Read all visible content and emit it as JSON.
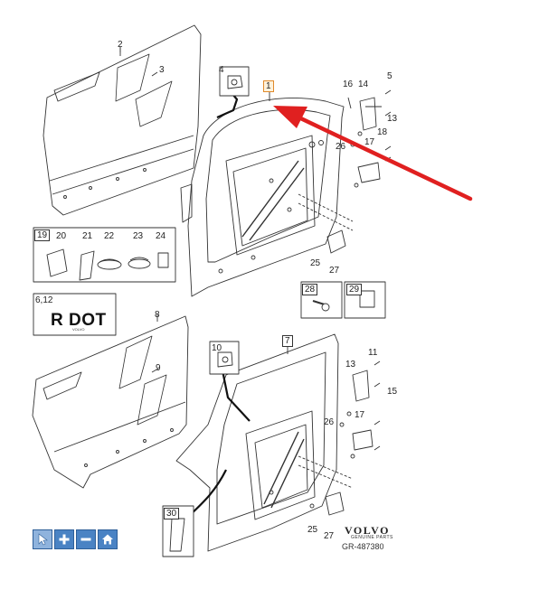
{
  "diagram": {
    "callouts": {
      "n1": "1",
      "n2": "2",
      "n3": "3",
      "n4": "4",
      "n5": "5",
      "n6": "6,12",
      "n7": "7",
      "n8": "8",
      "n9": "9",
      "n10": "10",
      "n11": "11",
      "n13a": "13",
      "n13b": "13",
      "n14": "14",
      "n15": "15",
      "n16": "16",
      "n17a": "17",
      "n17b": "17",
      "n18": "18",
      "n19": "19",
      "n20": "20",
      "n21": "21",
      "n22": "22",
      "n23": "23",
      "n24": "24",
      "n25a": "25",
      "n25b": "25",
      "n26a": "26",
      "n26b": "26",
      "n27a": "27",
      "n27b": "27",
      "n28": "28",
      "n29": "29",
      "n30": "30"
    },
    "label_plate_text": "R DOT",
    "label_plate_small": "VOLVO",
    "logo_text": "VOLVO",
    "logo_subtext": "GENUINE PARTS",
    "diagram_id": "GR-487380",
    "arrow_color": "#e02020",
    "highlight_color": "#e08a2a"
  },
  "toolbar": {
    "buttons": [
      {
        "name": "select",
        "icon": "cursor-icon"
      },
      {
        "name": "zoom-in",
        "icon": "plus-icon"
      },
      {
        "name": "zoom-out",
        "icon": "minus-icon"
      },
      {
        "name": "home",
        "icon": "home-icon"
      }
    ]
  }
}
